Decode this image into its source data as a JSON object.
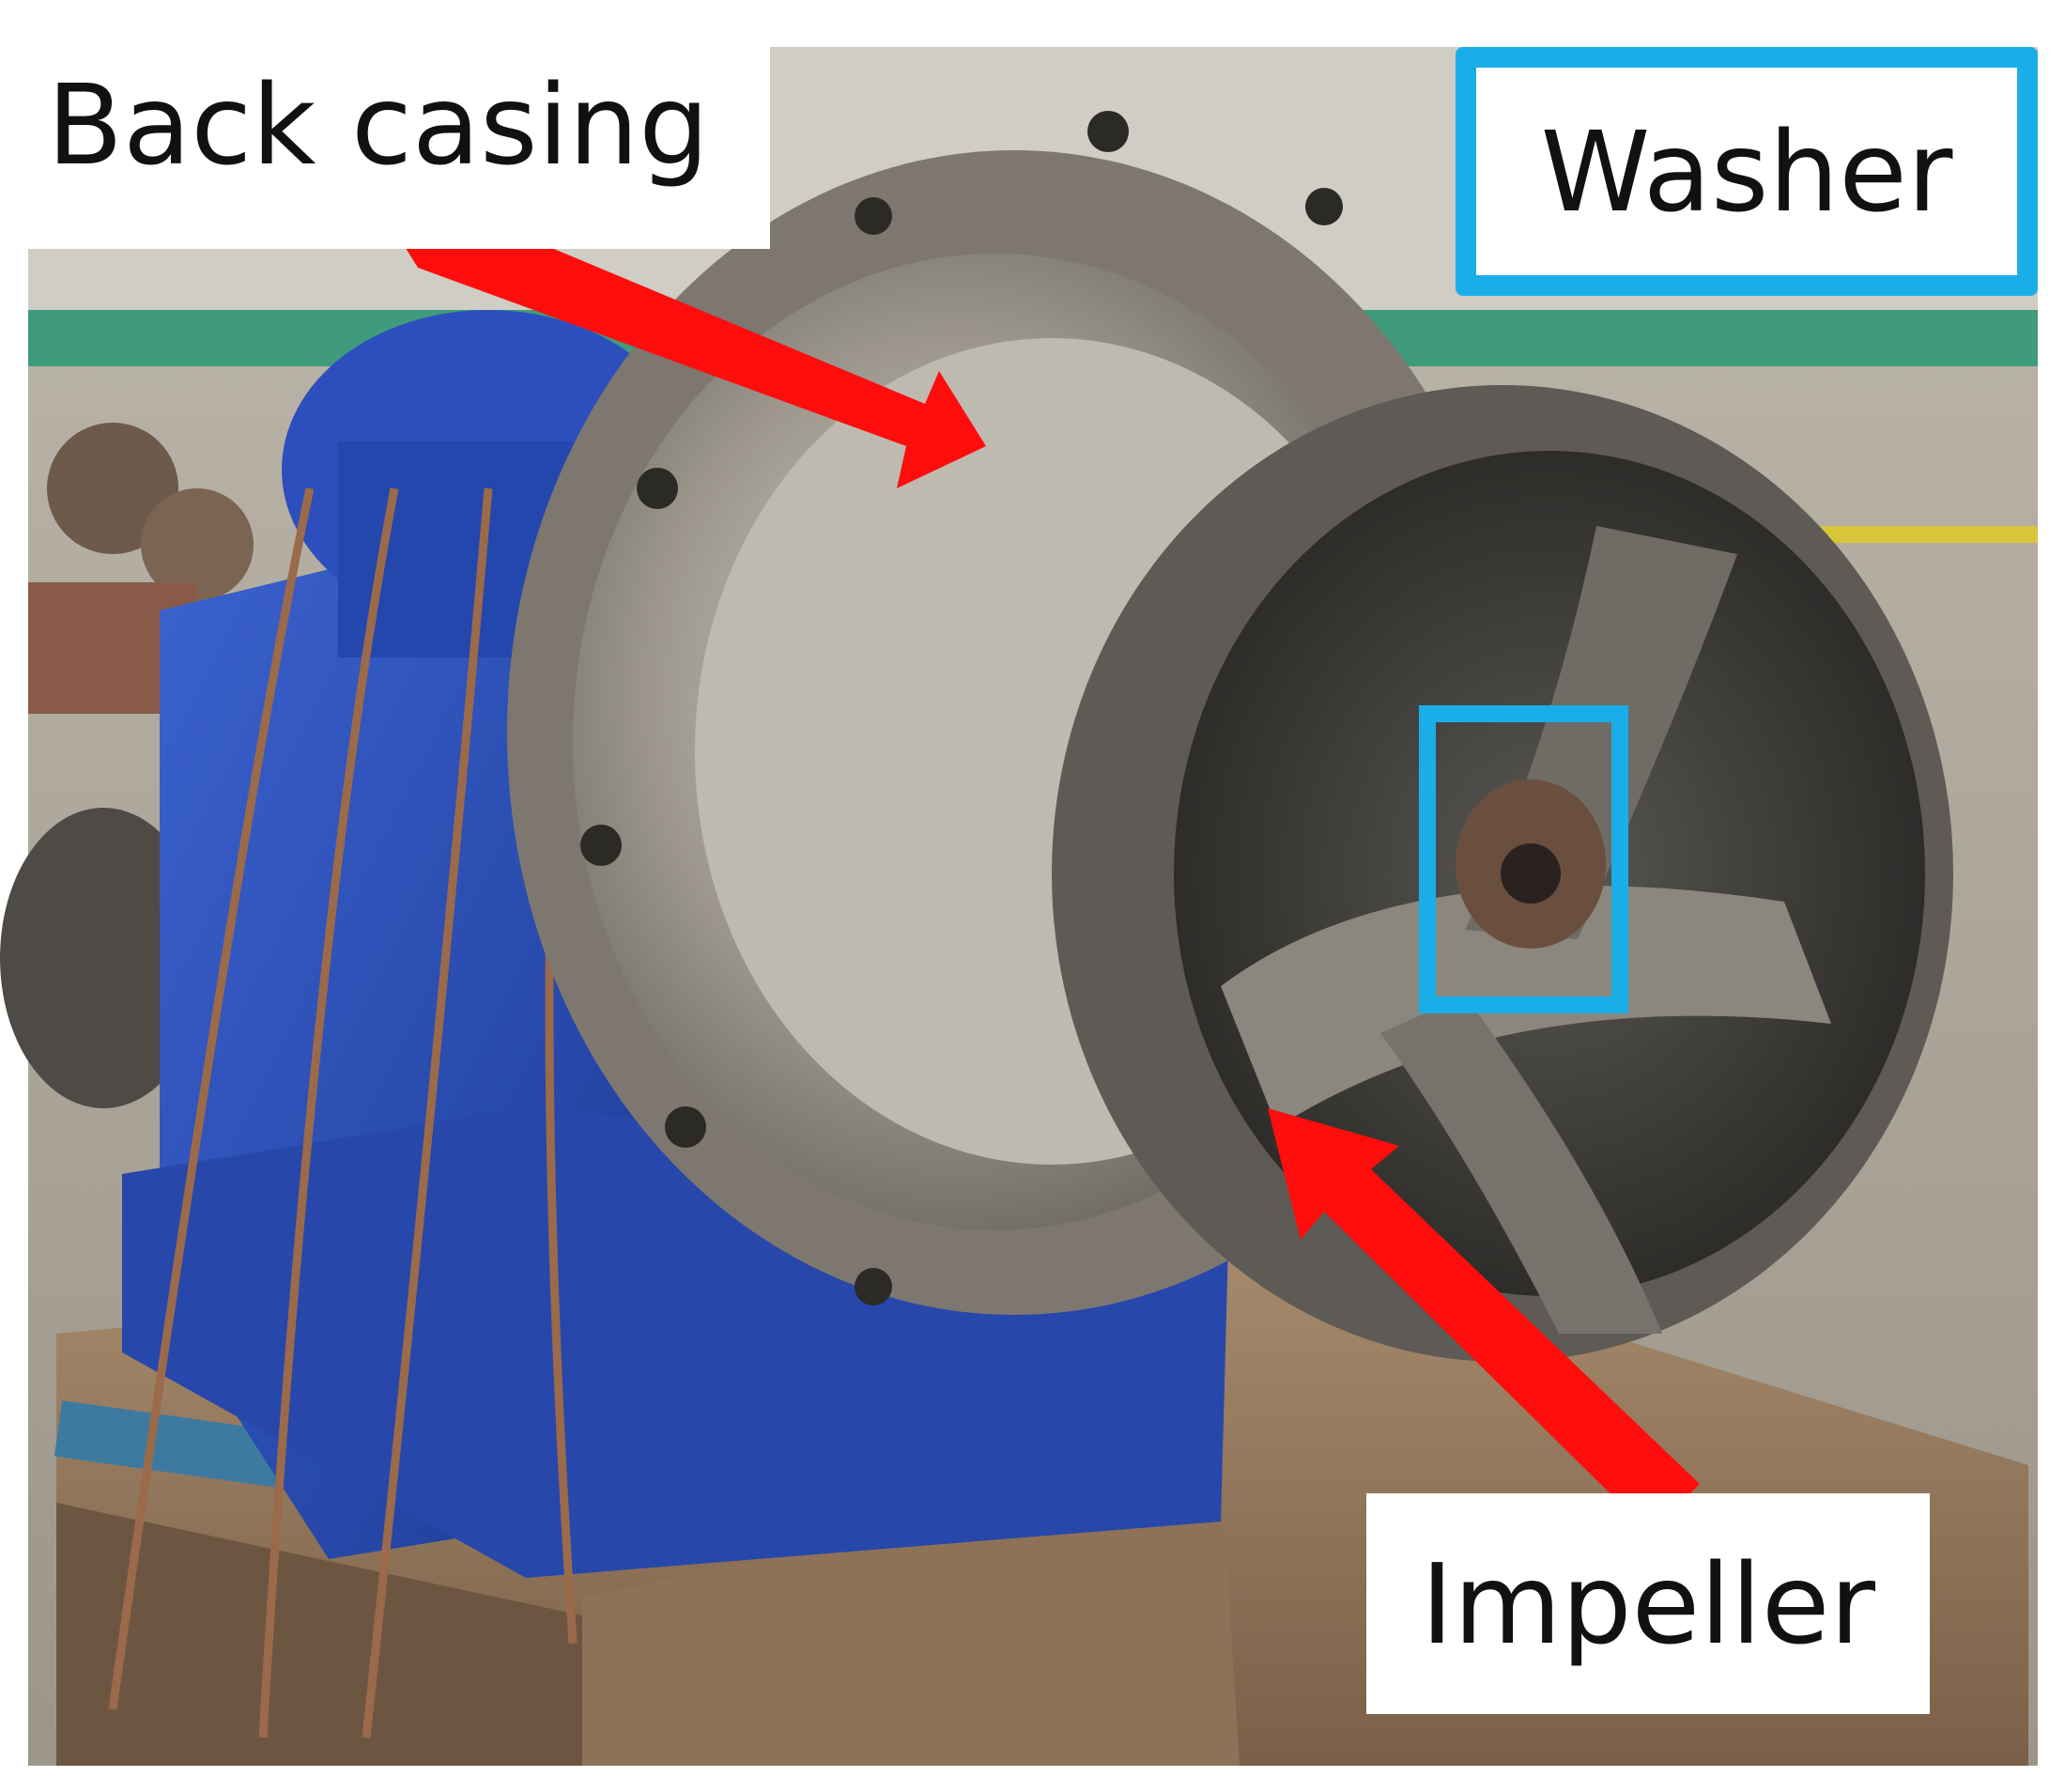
{
  "image": {
    "description_colors": {
      "arrow": "#ff0d0d",
      "highlight_box": "#1aaee8",
      "pump_base": "#2b4fb8"
    }
  },
  "labels": {
    "back_casing": "Back casing",
    "washer": "Washer",
    "impeller": "Impeller"
  }
}
